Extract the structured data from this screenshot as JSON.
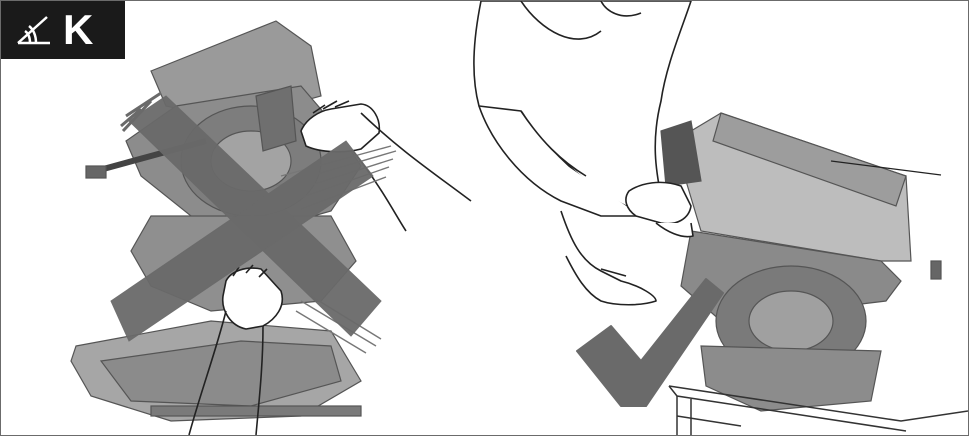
{
  "figure": {
    "label_letter": "K"
  },
  "panels": [
    {
      "meaning": "incorrect",
      "mark_icon": "cross-mark-icon",
      "color": "#6a6a6a"
    },
    {
      "meaning": "correct",
      "mark_icon": "check-mark-icon",
      "color": "#6a6a6a"
    }
  ],
  "colors": {
    "badge_bg": "#1a1a1a",
    "badge_fg": "#ffffff",
    "mark_gray": "#6a6a6a",
    "border": "#6b6b6b"
  }
}
